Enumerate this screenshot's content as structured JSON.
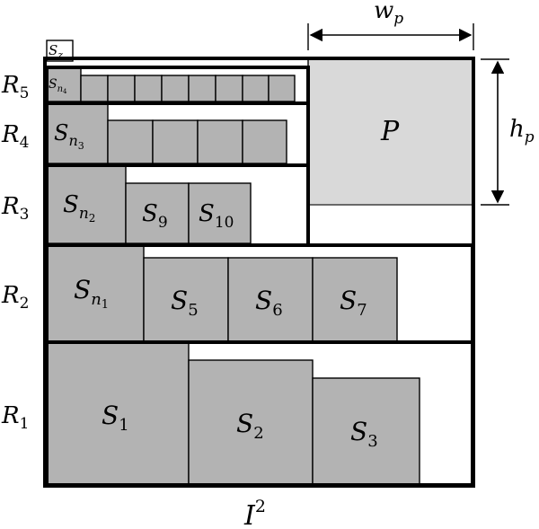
{
  "rows": [
    {
      "label": "R",
      "sub": "5"
    },
    {
      "label": "R",
      "sub": "4"
    },
    {
      "label": "R",
      "sub": "3"
    },
    {
      "label": "R",
      "sub": "2"
    },
    {
      "label": "R",
      "sub": "1"
    }
  ],
  "squares": [
    {
      "label": "S",
      "sub": "1"
    },
    {
      "label": "S",
      "sub": "2"
    },
    {
      "label": "S",
      "sub": "3"
    },
    {
      "label": "S",
      "sub": "n",
      "subsub": "1"
    },
    {
      "label": "S",
      "sub": "5"
    },
    {
      "label": "S",
      "sub": "6"
    },
    {
      "label": "S",
      "sub": "7"
    },
    {
      "label": "S",
      "sub": "n",
      "subsub": "2"
    },
    {
      "label": "S",
      "sub": "9"
    },
    {
      "label": "S",
      "sub": "10"
    },
    {
      "label": "S",
      "sub": "n",
      "subsub": "3"
    },
    {
      "label": "S",
      "sub": "n",
      "subsub": "4"
    },
    {
      "label": "S",
      "sub": "z"
    }
  ],
  "pack": {
    "label": "P"
  },
  "width_label": {
    "label": "w",
    "sub": "p"
  },
  "height_label": {
    "label": "h",
    "sub": "p"
  },
  "container": {
    "label": "I",
    "sup": "2"
  },
  "colors": {
    "square_fill": "#b3b3b3",
    "pack_fill": "#d9d9d9",
    "stroke": "#000000"
  }
}
